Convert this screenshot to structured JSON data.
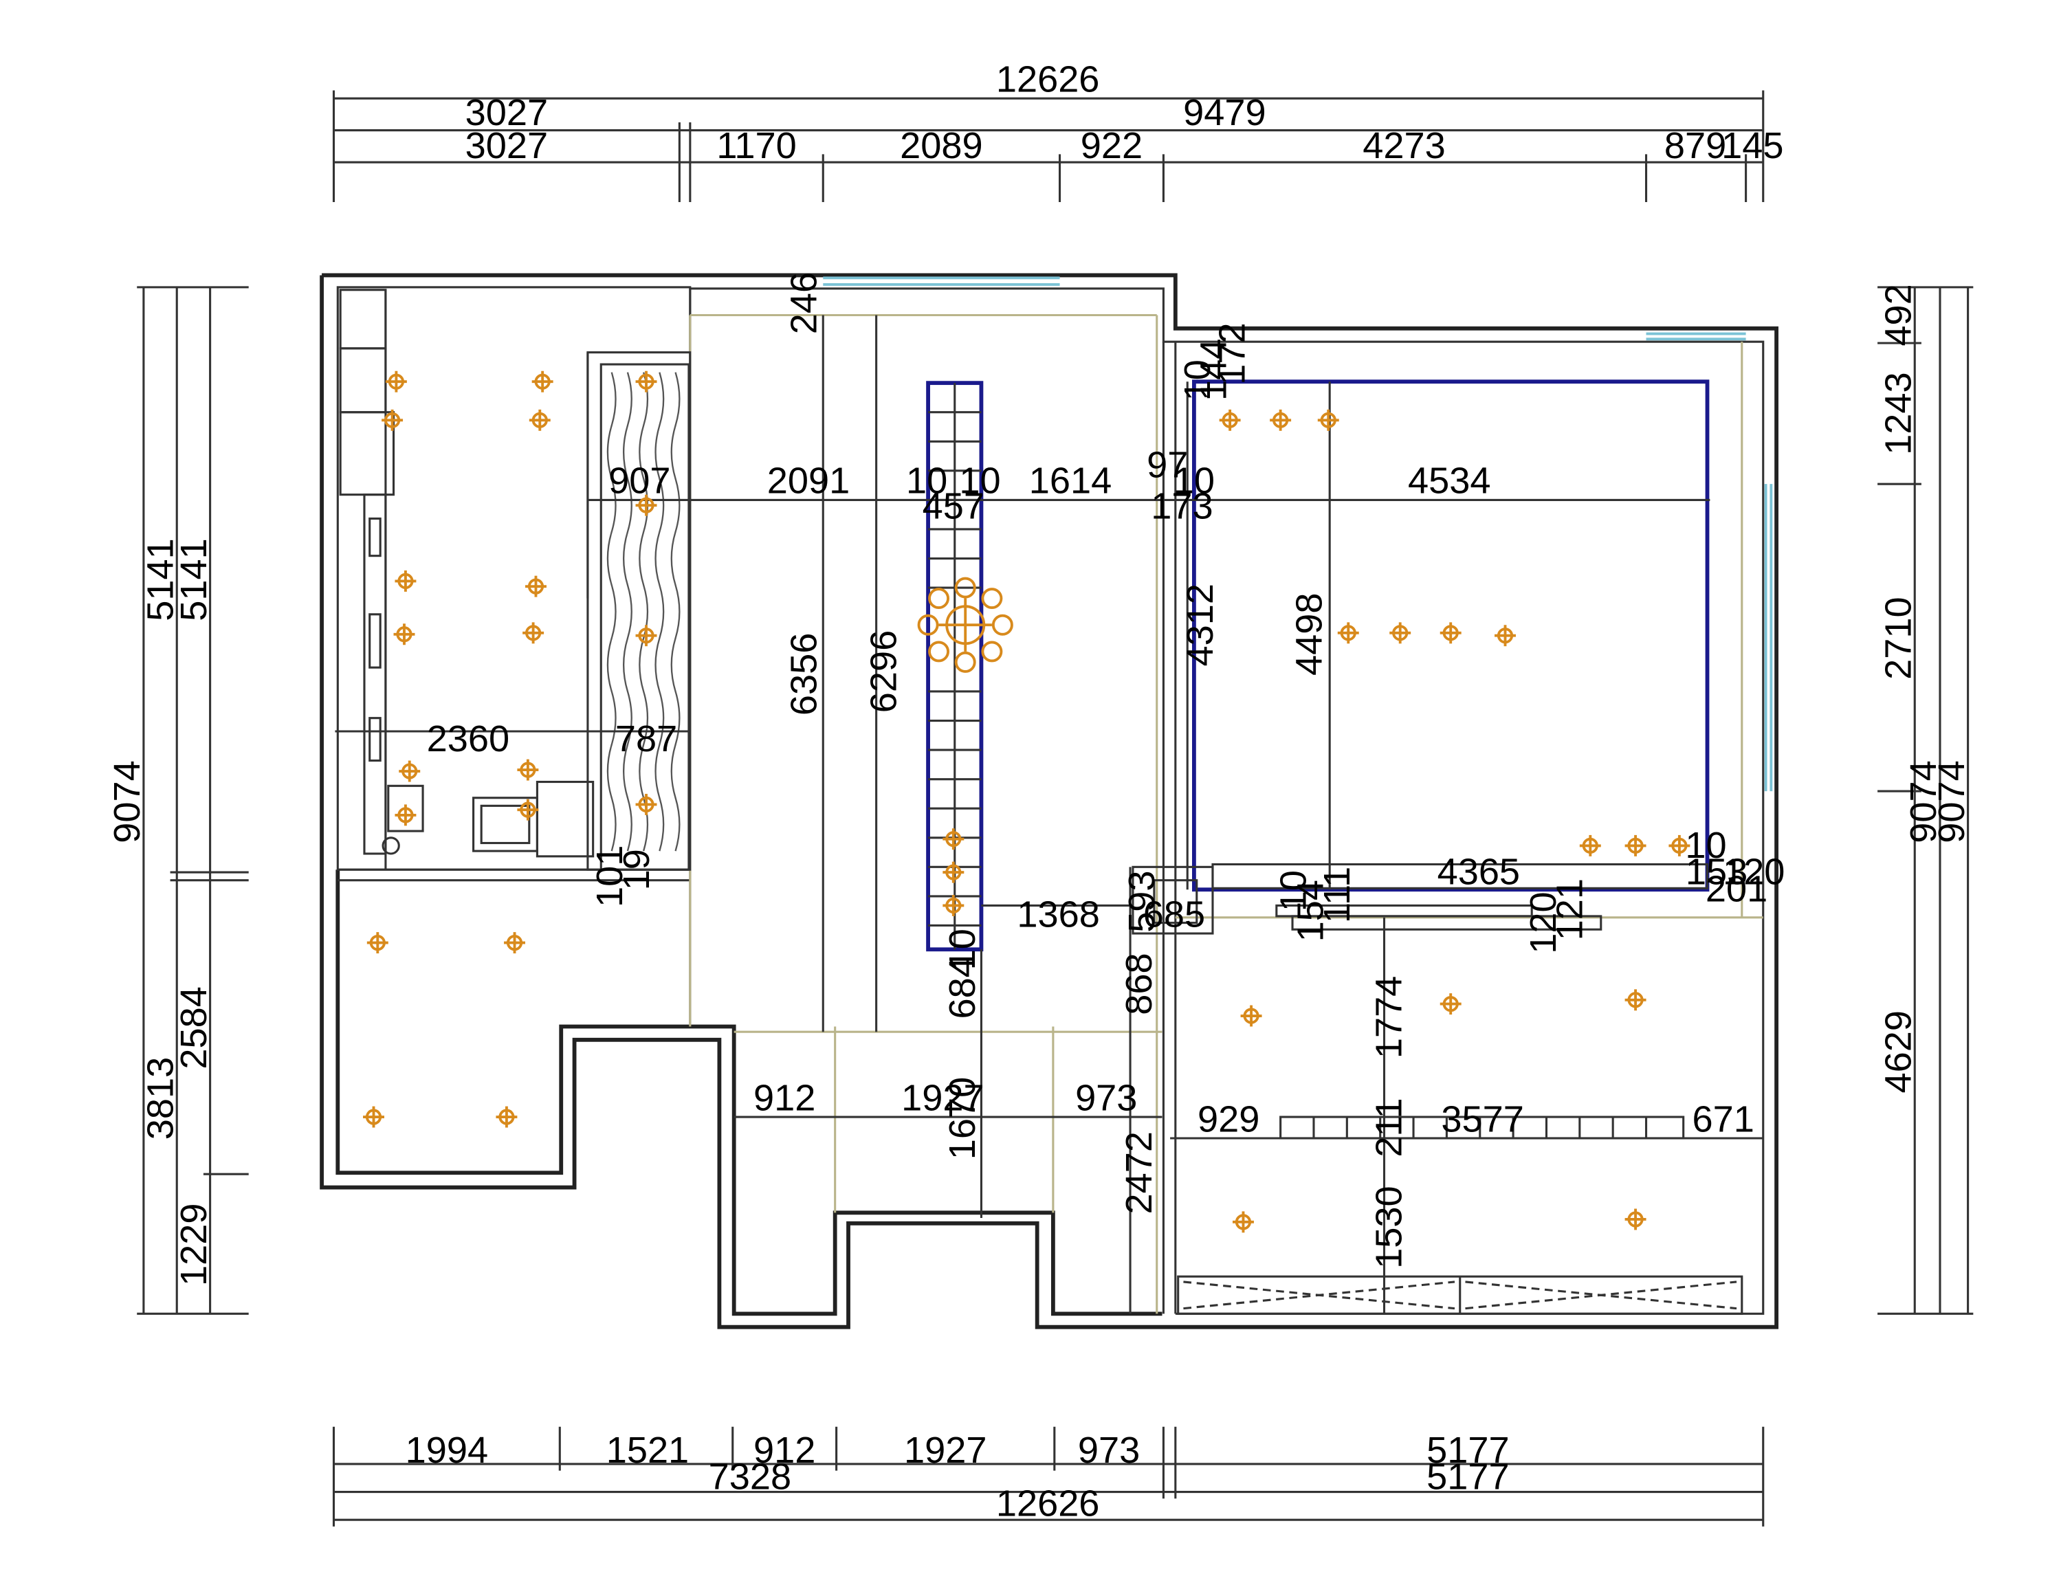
{
  "colors": {
    "wall": "#222222",
    "ceiling_outline": "#1a1a8c",
    "light_fixture": "#d88a1c",
    "window": "#7bc3d6",
    "ceiling_edge": "#b9b48a"
  },
  "icons": {
    "downlight": "downlight-icon",
    "chandelier": "chandelier-icon"
  },
  "dimensions": {
    "top_overall": "12626",
    "top_mid_left": "3027",
    "top_mid_right": "9479",
    "top_segments": [
      "3027",
      "1170",
      "2089",
      "922",
      "4273",
      "879",
      "145"
    ],
    "bottom_segments": [
      "1994",
      "1521",
      "912",
      "1927",
      "973",
      "5177"
    ],
    "bottom_mid_left": "7328",
    "bottom_mid_right": "5177",
    "bottom_overall": "12626",
    "left_inner": [
      "5141",
      "2584",
      "1229"
    ],
    "left_mid": [
      "5141",
      "3813"
    ],
    "left_overall": "9074",
    "right_inner": [
      "492",
      "1243",
      "2710",
      "4629"
    ],
    "right_mid": "9074",
    "right_overall": "9074"
  },
  "interior_labels": [
    "907",
    "2091",
    "10",
    "10",
    "1614",
    "97",
    "10",
    "4534",
    "457",
    "173",
    "246",
    "6356",
    "6296",
    "4312",
    "4498",
    "144",
    "172",
    "10",
    "2360",
    "787",
    "101",
    "19",
    "4365",
    "10",
    "153",
    "120",
    "201",
    "593",
    "685",
    "1368",
    "10",
    "111",
    "154",
    "120",
    "121",
    "10",
    "684",
    "868",
    "1774",
    "912",
    "1927",
    "1670",
    "973",
    "929",
    "3577",
    "671",
    "211",
    "2472",
    "1530"
  ]
}
